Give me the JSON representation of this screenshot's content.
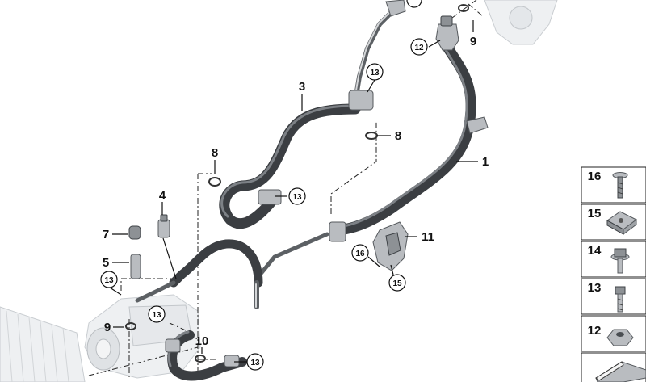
{
  "callouts": {
    "c1": "1",
    "c3": "3",
    "c4": "4",
    "c5": "5",
    "c7": "7",
    "c8a": "8",
    "c8b": "8",
    "c9a": "9",
    "c9b": "9",
    "c10": "10",
    "c11": "11",
    "c12": "12",
    "c13a": "13",
    "c13b": "13",
    "c13c": "13",
    "c13d": "13",
    "c13e": "13",
    "c15": "15",
    "c16": "16"
  },
  "legend": {
    "items": [
      "16",
      "15",
      "14",
      "13",
      "12"
    ]
  },
  "colors": {
    "hose": "#3b3e42",
    "pipe": "#5c6064",
    "line": "#222222"
  }
}
